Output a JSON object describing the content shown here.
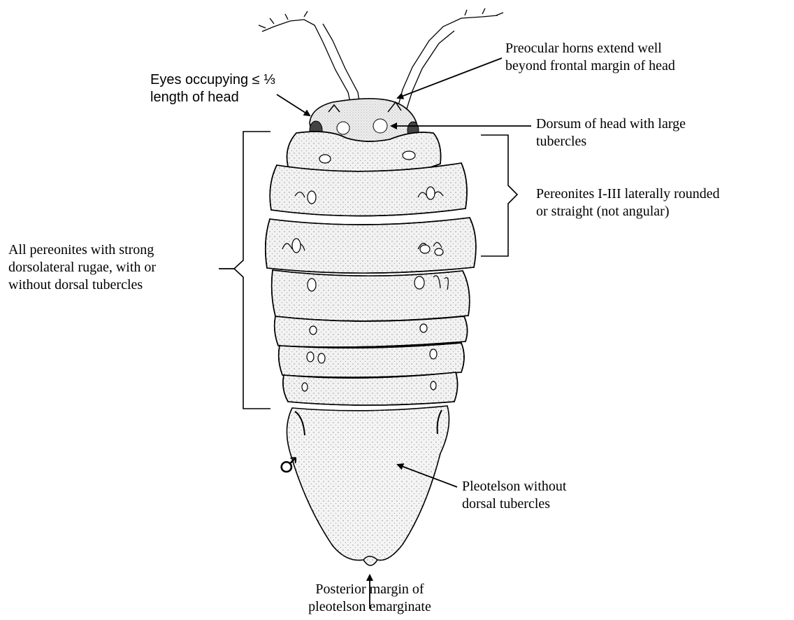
{
  "labels": {
    "eyes": [
      "Eyes occupying ≤ ⅓",
      "length of head"
    ],
    "preocular": [
      "Preocular horns extend well",
      "beyond frontal margin of head"
    ],
    "dorsum": [
      "Dorsum of head with large",
      "tubercles"
    ],
    "pereonites_i_iii": [
      "Pereonites I-III laterally rounded",
      "or straight (not angular)"
    ],
    "all_pereonites": [
      "All pereonites with strong",
      "dorsolateral rugae, with or",
      "without dorsal tubercles"
    ],
    "pleotelson": [
      "Pleotelson without",
      "dorsal tubercles"
    ],
    "posterior": [
      "Posterior margin of",
      "pleotelson emarginate"
    ]
  },
  "sex_symbol": "♂",
  "colors": {
    "ink": "#000000",
    "body_fill": "#f3f3f3",
    "stipple": "#555555"
  }
}
